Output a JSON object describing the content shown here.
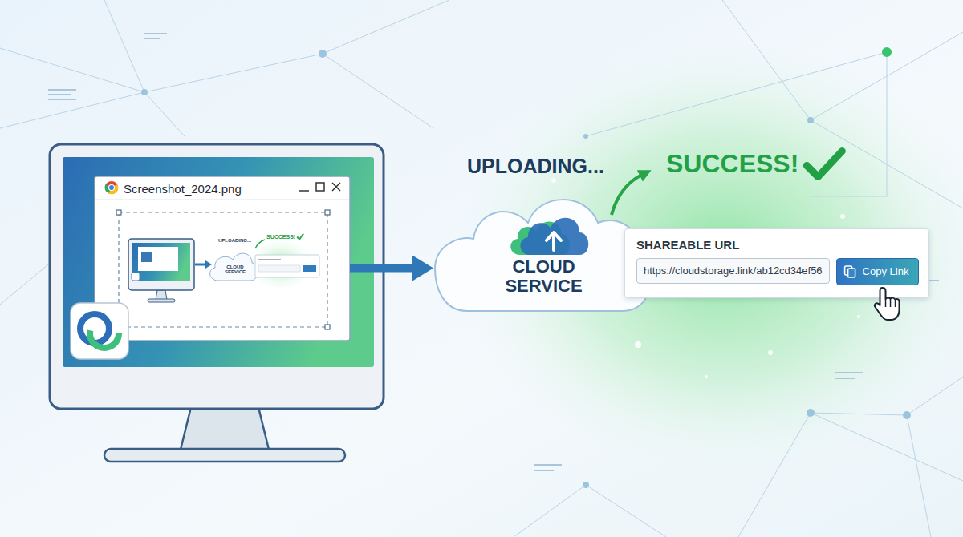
{
  "diagram": {
    "nodes": [
      {
        "text": [
          "Screenshot_2024.png"
        ]
      },
      {
        "text": [
          "CLOUD SERVICE"
        ]
      },
      {
        "text": [
          "SHAREABLE URL"
        ]
      },
      {
        "text": [
          "https://cloudstorage.link/ab12cd34ef56"
        ],
        "in": 2
      },
      {
        "text": [
          "Copy Link"
        ],
        "in": 2
      }
    ],
    "edges": [
      {
        "from": 0,
        "to": 1,
        "arrow": "to"
      }
    ],
    "labels": [
      "UPLOADING...",
      "SUCCESS!",
      "CLOUD SERVICE",
      "UPLOADING...",
      "SUCCESS!"
    ]
  }
}
